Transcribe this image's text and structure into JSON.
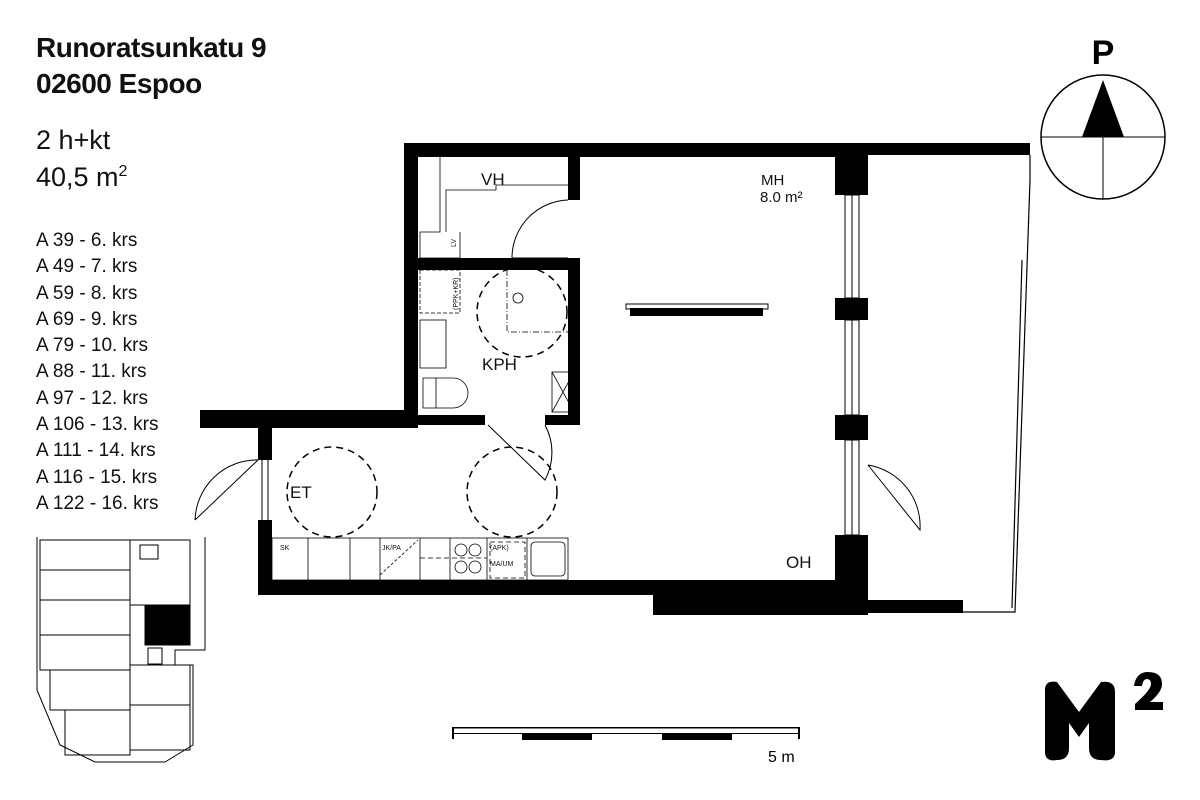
{
  "address": {
    "street": "Runoratsunkatu 9",
    "city": "02600 Espoo"
  },
  "apartment": {
    "type": "2 h+kt",
    "area": "40,5 m",
    "area_sup": "2"
  },
  "units": [
    "A 39 - 6. krs",
    "A 49 - 7. krs",
    "A 59 - 8. krs",
    "A 69 - 9. krs",
    "A 79 - 10. krs",
    "A 88 - 11. krs",
    "A 97 - 12. krs",
    "A 106 - 13. krs",
    "A 111 - 14. krs",
    "A 116 - 15. krs",
    "A 122 - 16. krs"
  ],
  "rooms": {
    "vh": "VH",
    "mh": "MH",
    "mh_area": "8.0 m²",
    "kph": "KPH",
    "et": "ET",
    "oh": "OH"
  },
  "fixtures": {
    "lv": "LV",
    "ppk": "(PPK+KR)",
    "sk": "SK",
    "jkpa": "JK/PA",
    "apk": "(APK)",
    "maum": "MA/UM"
  },
  "compass": {
    "label": "P"
  },
  "scale": {
    "label": "5 m"
  },
  "logo": {
    "text": "M²"
  }
}
